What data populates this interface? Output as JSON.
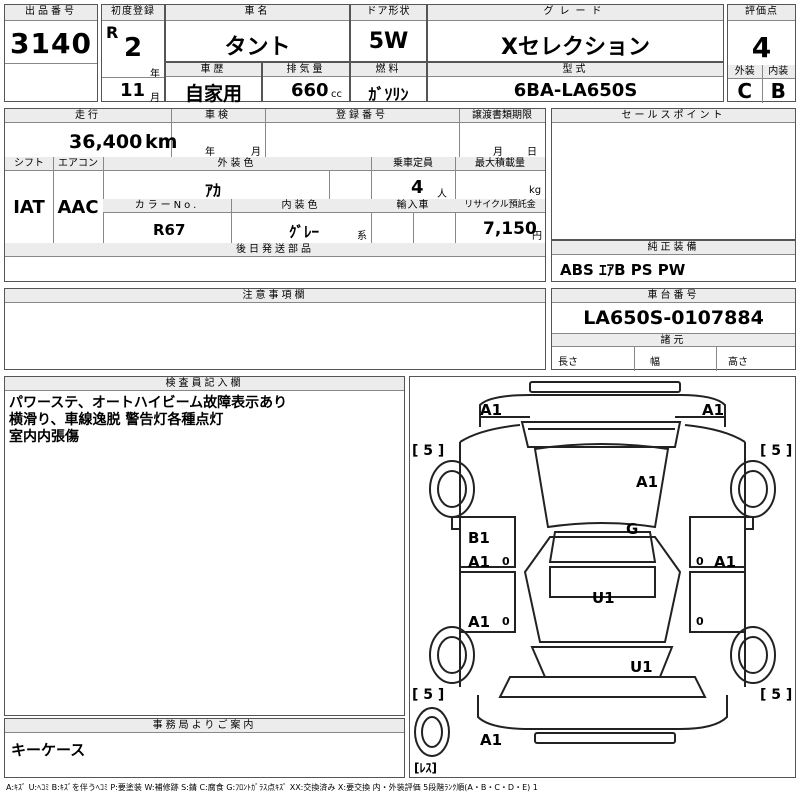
{
  "header": {
    "lot_no_label": "出品番号",
    "lot_no": "3140",
    "first_reg_label": "初度登録",
    "era": "R",
    "year": "2",
    "year_unit": "年",
    "month": "11",
    "month_unit": "月",
    "name_label": "車名",
    "name": "タント",
    "door_label": "ドア形状",
    "door": "5W",
    "grade_label": "グレード",
    "grade": "Xセレクション",
    "score_label": "評価点",
    "score": "4",
    "history_label": "車歴",
    "history": "自家用",
    "displacement_label": "排気量",
    "displacement": "660",
    "displacement_unit": "cc",
    "fuel_label": "燃料",
    "fuel": "ｶﾞｿﾘﾝ",
    "model_label": "型式",
    "model": "6BA-LA650S",
    "exterior_label": "外装",
    "exterior": "C",
    "interior_label": "内装",
    "interior": "B"
  },
  "spec": {
    "mileage_label": "走行",
    "mileage": "36,400",
    "mileage_unit": "km",
    "inspection_label": "車検",
    "inspection_year_unit": "年",
    "inspection_month_unit": "月",
    "plate_label": "登録番号",
    "transfer_label": "譲渡書類期限",
    "transfer_month_unit": "月",
    "transfer_day_unit": "日",
    "shift_label": "シフト",
    "shift": "IAT",
    "ac_label": "エアコン",
    "ac": "AAC",
    "color_label": "外装色",
    "color": "ｱｶ",
    "capacity_label": "乗車定員",
    "capacity": "4",
    "capacity_unit": "人",
    "load_label": "最大積載量",
    "load_unit": "kg",
    "color_no_label": "カラーNo.",
    "color_no": "R67",
    "interior_color_label": "内装色",
    "interior_color": "ｸﾞﾚｰ",
    "interior_color_unit": "系",
    "import_label": "輸入車",
    "recycle_label": "リサイクル預託金",
    "recycle": "7,150",
    "recycle_unit": "円",
    "later_parts_label": "後日発送部品"
  },
  "selling": {
    "label": "セールスポイント"
  },
  "equipment": {
    "label": "純正装備",
    "value": "ABS ｴｱB PS PW"
  },
  "notes": {
    "label": "注意事項欄"
  },
  "chassis": {
    "label": "車台番号",
    "value": "LA650S-0107884",
    "dims_label": "諸元",
    "length_label": "長さ",
    "width_label": "幅",
    "height_label": "高さ"
  },
  "inspector": {
    "label": "検査員記入欄",
    "text": "パワーステ、オートハイビーム故障表示あり\n横滑り、車線逸脱 警告灯各種点灯\n室内内張傷"
  },
  "office": {
    "label": "事務局よりご案内",
    "text": "キーケース"
  },
  "diagram": {
    "marks": [
      "A1",
      "A1",
      "A1",
      "G",
      "B1",
      "A1",
      "A1",
      "A1",
      "U1",
      "U1",
      "A1"
    ],
    "tires": [
      "[ 5 ]",
      "[ 5 ]",
      "[ 5 ]",
      "[ 5 ]"
    ],
    "tread_marks": [
      "0",
      "0",
      "0",
      "0"
    ],
    "spare": "[ﾚｽ]"
  },
  "legend": "A:ｷｽﾞ U:ﾍｺﾐ B:ｷｽﾞを伴うﾍｺﾐ P:要塗装 W:補修跡 S:錆 C:腐食 G:ﾌﾛﾝﾄｶﾞﾗｽ点ｷｽﾞ XX:交換済み X:要交換 内・外装評価 5段階ﾗﾝｸ順(A・B・C・D・E) 1"
}
